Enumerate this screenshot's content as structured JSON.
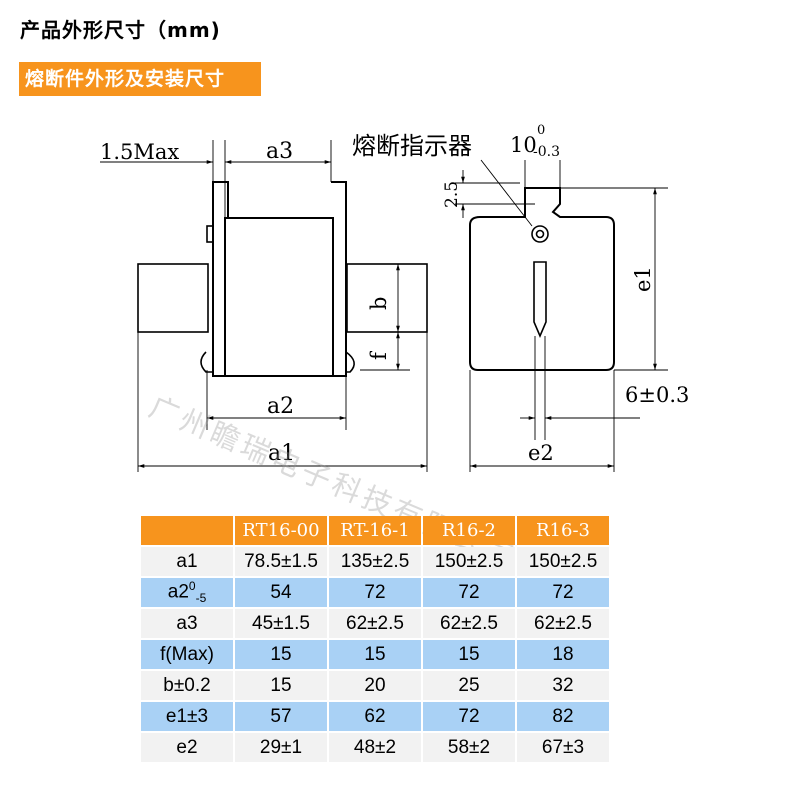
{
  "page_title": "产品外形尺寸（mm)",
  "section_banner": "熔断件外形及安装尺寸",
  "drawing": {
    "label_1_5max": "1.5Max",
    "label_a3": "a3",
    "label_b": "b",
    "label_f": "f",
    "label_a2": "a2",
    "label_a1": "a1",
    "label_indicator": "熔断指示器",
    "label_10": "10",
    "label_10_sup": "0",
    "label_10_sub": "-0.3",
    "label_2_5": "2.5",
    "label_e1": "e1",
    "label_6": "6±0.3",
    "label_e2": "e2"
  },
  "watermark": "广州瞻瑞电子科技有限公司",
  "table": {
    "headers": [
      "RT16-00",
      "RT-16-1",
      "R16-2",
      "R16-3"
    ],
    "rows": [
      {
        "label": "a1",
        "label_sup": "",
        "label_sub": "",
        "values": [
          "78.5±1.5",
          "135±2.5",
          "150±2.5",
          "150±2.5"
        ]
      },
      {
        "label": "a2",
        "label_sup": "0",
        "label_sub": "-5",
        "values": [
          "54",
          "72",
          "72",
          "72"
        ]
      },
      {
        "label": "a3",
        "label_sup": "",
        "label_sub": "",
        "values": [
          "45±1.5",
          "62±2.5",
          "62±2.5",
          "62±2.5"
        ]
      },
      {
        "label": "f(Max)",
        "label_sup": "",
        "label_sub": "",
        "values": [
          "15",
          "15",
          "15",
          "18"
        ]
      },
      {
        "label": "b±0.2",
        "label_sup": "",
        "label_sub": "",
        "values": [
          "15",
          "20",
          "25",
          "32"
        ]
      },
      {
        "label": "e1±3",
        "label_sup": "",
        "label_sub": "",
        "values": [
          "57",
          "62",
          "72",
          "82"
        ]
      },
      {
        "label": "e2",
        "label_sup": "",
        "label_sub": "",
        "values": [
          "29±1",
          "48±2",
          "58±2",
          "67±3"
        ]
      }
    ]
  }
}
